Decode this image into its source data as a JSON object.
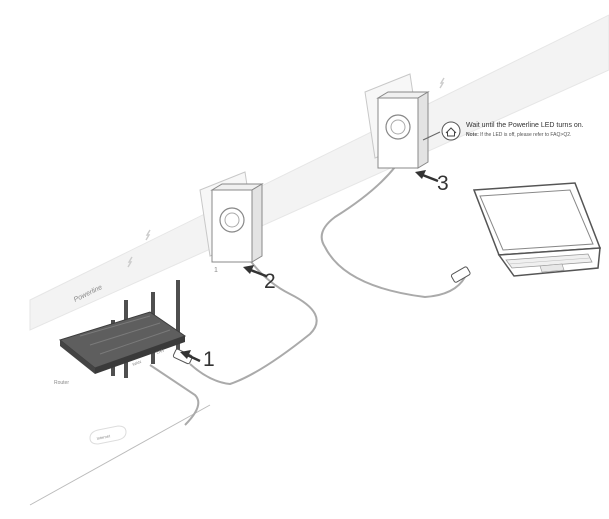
{
  "steps": [
    {
      "number": "1"
    },
    {
      "number": "2"
    },
    {
      "number": "3"
    }
  ],
  "labels": {
    "powerline_wall_text": "Powerline",
    "router_text": "Router",
    "router_lan_port": "LAN",
    "router_wan_port": "WAN",
    "internet_plate": "Internet"
  },
  "note": {
    "main": "Wait until the Powerline LED turns on.",
    "sub_label": "Note:",
    "sub_text": " If the LED is off, please refer to FAQ>Q2."
  },
  "icons": [
    "house-led-icon",
    "arrow-icon",
    "lightning-icon"
  ],
  "colors": {
    "line": "#999999",
    "wall": "#f2f2f2",
    "router": "#5a5a5a",
    "cable": "#aaaaaa"
  }
}
